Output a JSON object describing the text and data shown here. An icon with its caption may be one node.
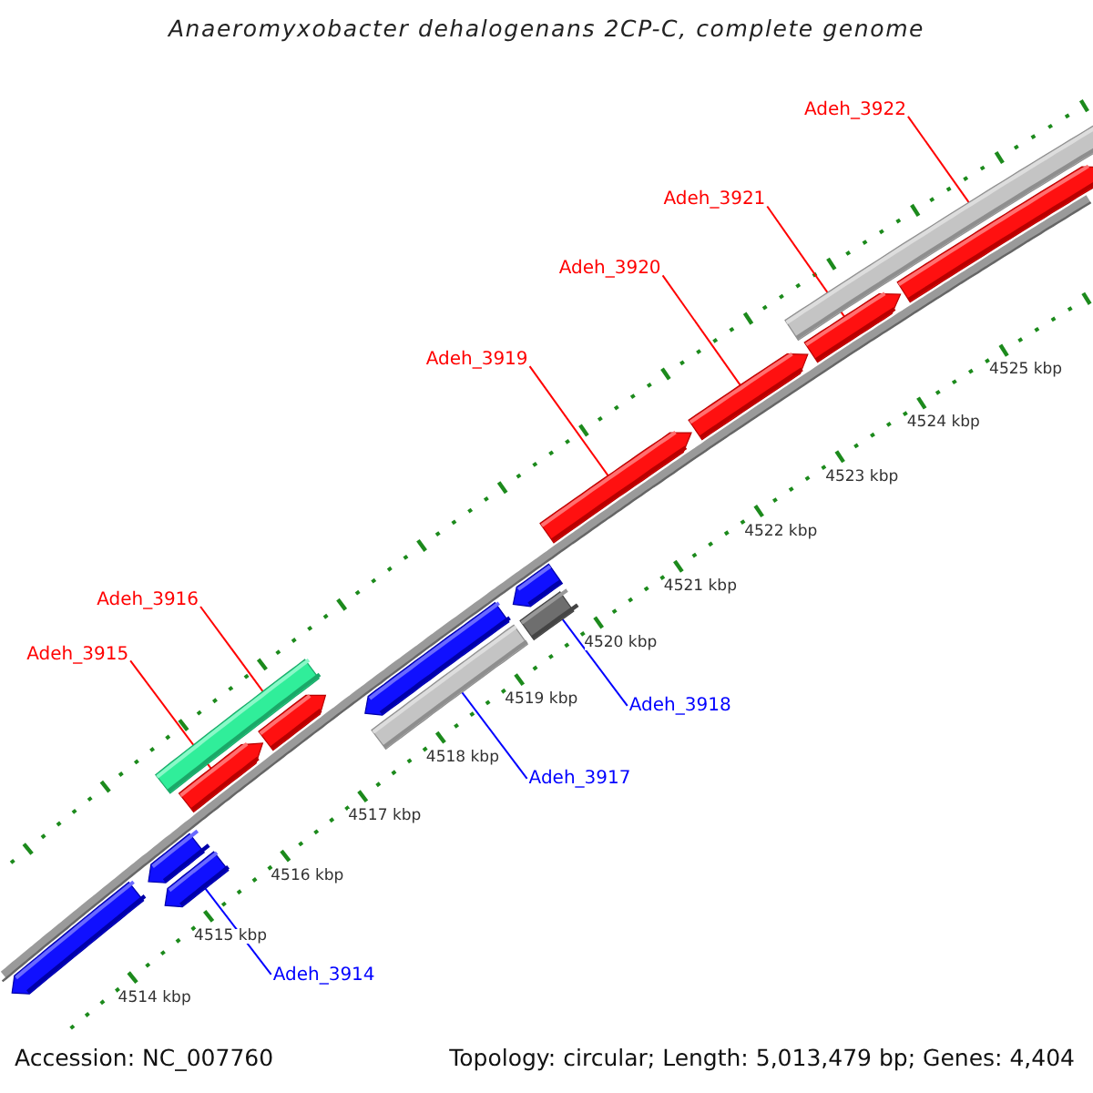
{
  "diagram": {
    "title": "Anaeromyxobacter dehalogenans 2CP-C, complete genome",
    "nodes": [
      {
        "text": [
          "Adeh_3922"
        ]
      },
      {
        "text": [
          "Adeh_3921"
        ]
      },
      {
        "text": [
          "Adeh_3920"
        ]
      },
      {
        "text": [
          "Adeh_3919"
        ]
      },
      {
        "text": [
          "Adeh_3916"
        ]
      },
      {
        "text": [
          "Adeh_3915"
        ]
      },
      {
        "text": [
          "Adeh_3918"
        ]
      },
      {
        "text": [
          "Adeh_3917"
        ]
      },
      {
        "text": [
          "Adeh_3914"
        ]
      },
      {
        "text": [],
        "shape": "arrow"
      },
      {
        "text": [],
        "shape": "arrow"
      },
      {
        "text": [],
        "shape": "arrow"
      },
      {
        "text": [],
        "shape": "bar"
      },
      {
        "text": [],
        "shape": "arrow"
      },
      {
        "text": [],
        "shape": "arrow"
      },
      {
        "text": [],
        "shape": "bar"
      },
      {
        "text": [],
        "shape": "arrow"
      },
      {
        "text": [],
        "shape": "arrow"
      },
      {
        "text": [],
        "shape": "bar"
      },
      {
        "text": [],
        "shape": "arrow"
      },
      {
        "text": [],
        "shape": "arrow"
      },
      {
        "text": [],
        "shape": "bar"
      },
      {
        "text": [],
        "shape": "arrow"
      },
      {
        "text": [],
        "shape": "arrow"
      }
    ],
    "edges": [
      {
        "from": 0,
        "to": 21,
        "arrow": "none"
      },
      {
        "from": 1,
        "to": 22,
        "arrow": "none"
      },
      {
        "from": 2,
        "to": 20,
        "arrow": "none"
      },
      {
        "from": 3,
        "to": 19,
        "arrow": "none"
      },
      {
        "from": 4,
        "to": 12,
        "arrow": "none"
      },
      {
        "from": 5,
        "to": 13,
        "arrow": "none"
      },
      {
        "from": 6,
        "to": 18,
        "arrow": "none",
        "color": "#0000ff"
      },
      {
        "from": 7,
        "to": 15,
        "arrow": "none",
        "color": "#0000ff"
      },
      {
        "from": 8,
        "to": 11,
        "arrow": "none",
        "color": "#0000ff"
      }
    ],
    "labels": [
      "4525 kbp",
      "4524 kbp",
      "4523 kbp",
      "4522 kbp",
      "4521 kbp",
      "4520 kbp",
      "4519 kbp",
      "4518 kbp",
      "4517 kbp",
      "4516 kbp",
      "4515 kbp",
      "4514 kbp",
      "Accession: NC_007760",
      "Topology: circular; Length: 5,013,479 bp; Genes: 4,404"
    ]
  }
}
